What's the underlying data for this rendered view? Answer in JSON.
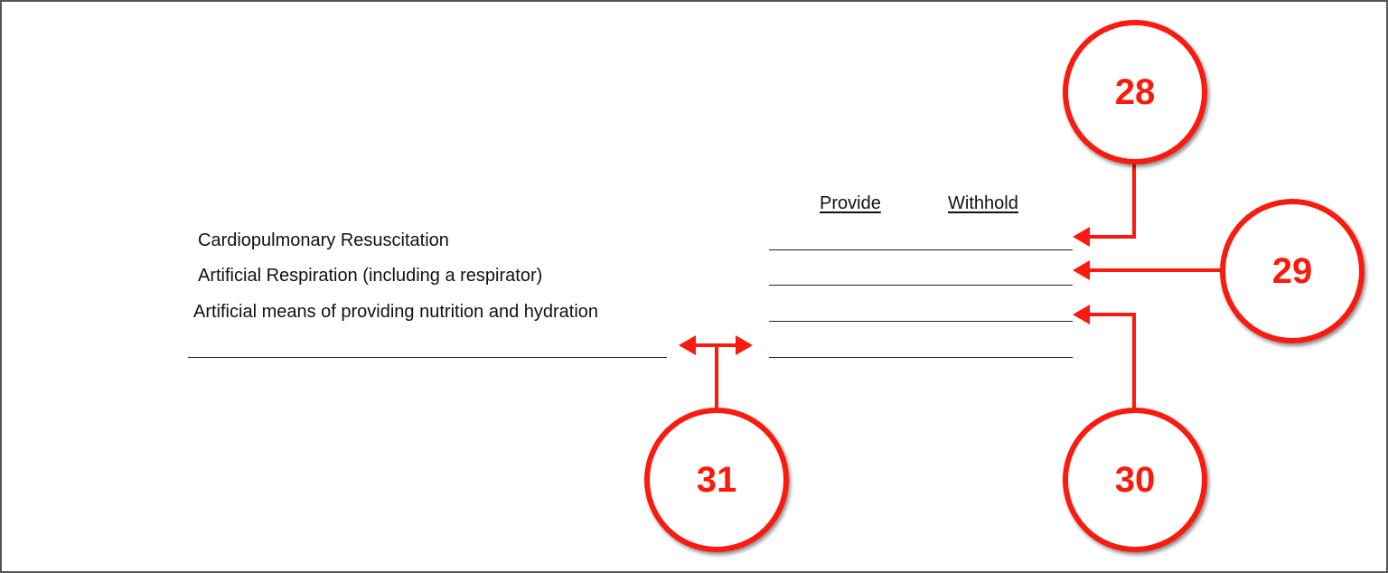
{
  "form": {
    "column_headers": {
      "provide": "Provide",
      "withhold": "Withhold"
    },
    "rows": [
      {
        "label": "Cardiopulmonary Resuscitation"
      },
      {
        "label": "Artificial Respiration (including a respirator)"
      },
      {
        "label": "Artificial means of providing nutrition and hydration"
      },
      {
        "label": ""
      }
    ]
  },
  "callouts": [
    {
      "number": "28",
      "target": "row-1-blank"
    },
    {
      "number": "29",
      "target": "row-2-blank"
    },
    {
      "number": "30",
      "target": "row-3-blank"
    },
    {
      "number": "31",
      "target": "custom-treatment-row"
    }
  ],
  "colors": {
    "callout": "#fa1a0e",
    "text": "#111111",
    "border": "#555555"
  }
}
